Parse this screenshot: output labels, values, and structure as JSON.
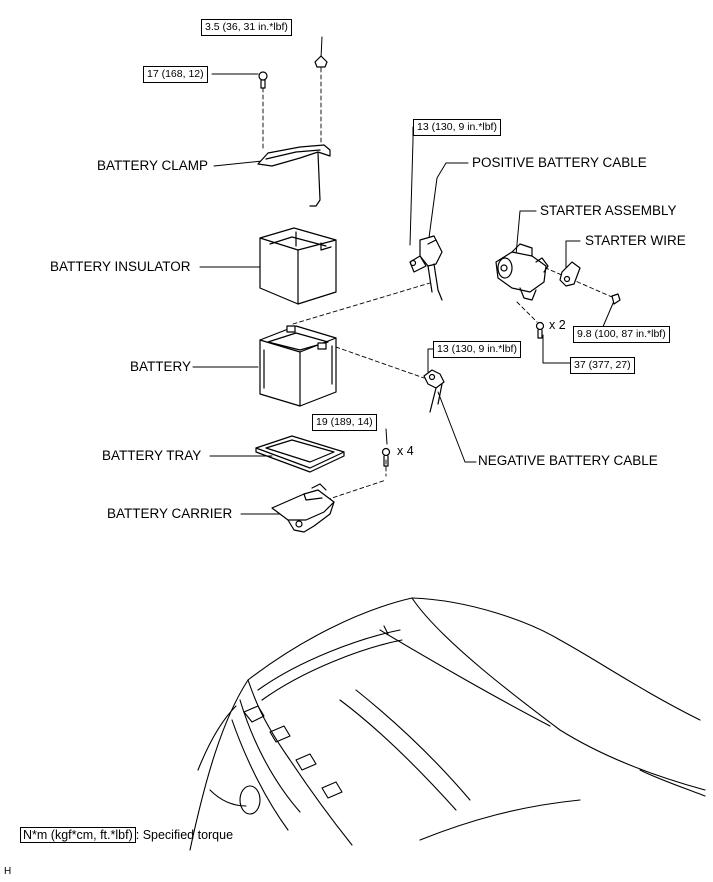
{
  "parts": {
    "battery_clamp": "BATTERY CLAMP",
    "battery_insulator": "BATTERY INSULATOR",
    "battery": "BATTERY",
    "battery_tray": "BATTERY TRAY",
    "battery_carrier": "BATTERY CARRIER",
    "positive_battery_cable": "POSITIVE BATTERY CABLE",
    "starter_assembly": "STARTER ASSEMBLY",
    "starter_wire": "STARTER WIRE",
    "negative_battery_cable": "NEGATIVE BATTERY CABLE"
  },
  "torques": {
    "clamp_nut": "3.5 (36, 31 in.*lbf)",
    "clamp_bolt": "17 (168, 12)",
    "positive_terminal": "13 (130, 9 in.*lbf)",
    "negative_terminal": "13 (130, 9 in.*lbf)",
    "carrier_bolt": "19 (189, 14)",
    "starter_wire_nut": "9.8 (100, 87 in.*lbf)",
    "starter_bolt": "37 (377, 27)"
  },
  "counts": {
    "starter_bolt": "x 2",
    "carrier_bolt": "x 4"
  },
  "legend": {
    "unit_box": "N*m (kgf*cm, ft.*lbf)",
    "description": ": Specified torque"
  },
  "corner_mark": "H"
}
